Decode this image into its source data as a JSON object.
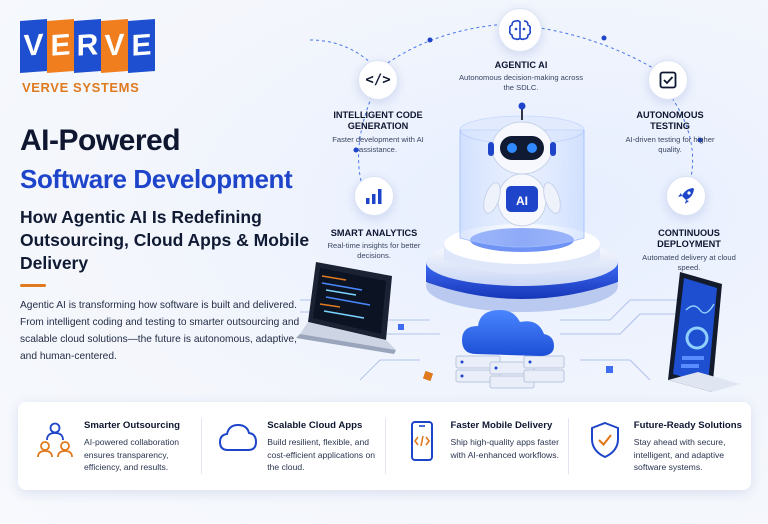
{
  "brand": {
    "logo_letters": [
      "V",
      "E",
      "R",
      "V",
      "E"
    ],
    "logo_colors": [
      "#1d4fd0",
      "#f07d1e",
      "#1d4fd0",
      "#f07d1e",
      "#1d4fd0"
    ],
    "name": "VERVE SYSTEMS"
  },
  "headline": {
    "line1": "AI-Powered",
    "line2": "Software Development",
    "subtitle": "How Agentic AI Is Redefining Outsourcing, Cloud Apps & Mobile Delivery",
    "intro": "Agentic AI is transforming how software is built and delivered. From intelligent coding and testing to smarter outsourcing and scalable cloud solutions—the future is autonomous, adaptive, and human-centered."
  },
  "diagram": {
    "robot_badge": "AI",
    "code_icon_text": "</>",
    "nodes": [
      {
        "title": "AGENTIC AI",
        "desc": "Autonomous decision-making across the SDLC.",
        "icon": "brain-icon"
      },
      {
        "title": "INTELLIGENT CODE GENERATION",
        "desc": "Faster development with AI assistance.",
        "icon": "code-icon"
      },
      {
        "title": "AUTONOMOUS TESTING",
        "desc": "AI-driven testing for higher quality.",
        "icon": "checkbox-icon"
      },
      {
        "title": "SMART ANALYTICS",
        "desc": "Real-time insights for better decisions.",
        "icon": "bar-chart-icon"
      },
      {
        "title": "CONTINUOUS DEPLOYMENT",
        "desc": "Automated delivery at cloud speed.",
        "icon": "rocket-icon"
      }
    ]
  },
  "features": [
    {
      "title": "Smarter Outsourcing",
      "text": "AI-powered collaboration ensures transparency, efficiency, and results.",
      "icon": "team-icon"
    },
    {
      "title": "Scalable Cloud Apps",
      "text": "Build resilient, flexible, and cost-efficient applications on the cloud.",
      "icon": "cloud-icon"
    },
    {
      "title": "Faster Mobile Delivery",
      "text": "Ship high-quality apps faster with AI-enhanced workflows.",
      "icon": "mobile-code-icon"
    },
    {
      "title": "Future-Ready Solutions",
      "text": "Stay ahead with secure, intelligent, and adaptive software systems.",
      "icon": "shield-check-icon"
    }
  ],
  "colors": {
    "brand_blue": "#1e45c9",
    "brand_orange": "#e07a1f",
    "dark_navy": "#0e1630",
    "light_bg": "#f3f6fc"
  }
}
